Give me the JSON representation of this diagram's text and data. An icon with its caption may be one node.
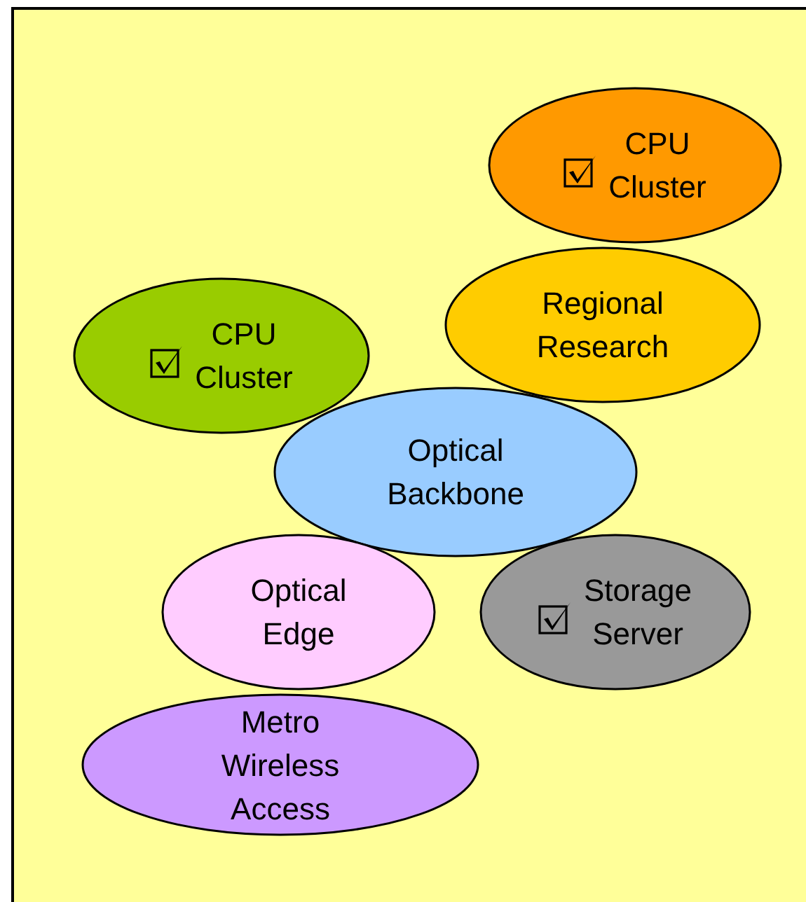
{
  "diagram": {
    "nodes": [
      {
        "text": [
          "CPU Cluster"
        ]
      },
      {
        "text": [
          "Regional Research"
        ]
      },
      {
        "text": [
          "CPU Cluster"
        ]
      },
      {
        "text": [
          "Optical Backbone"
        ]
      },
      {
        "text": [
          "Optical Edge"
        ]
      },
      {
        "text": [
          "Storage Server"
        ]
      },
      {
        "text": [
          "Metro Wireless Access"
        ]
      }
    ]
  }
}
